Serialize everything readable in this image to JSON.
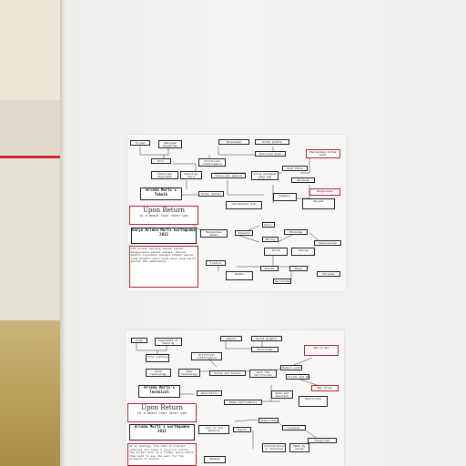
{
  "scene": {
    "description_colors": {
      "accent": "#b3262b",
      "wall": "#f1f0ee",
      "floor": "#b89d55",
      "stripe": "#c8262a"
    }
  },
  "poster_top": {
    "title_main": "Upon Return",
    "title_sub": "to a beach that never was",
    "heading_1": "Arlena Murti's Teknik",
    "heading_2": "Karya Arlena Murti Earthquake 2012",
    "nodes": [
      "Tujuan",
      "Gabungan keyakinan",
      "Perpaduan",
      "Sifat grafis",
      "Multitud Dada",
      "Diri",
      "Artificial intelligence",
      "Manipulasi kotak bumi",
      "Teknologi digunakan",
      "Teknologi baru",
      "Alat Ibiss",
      "Situs sel samara",
      "Situs kelompok yang tak terlihat",
      "Berbeda",
      "Mohon daftar",
      "Kembali",
      "Pengecatan",
      "Sunyah",
      "Perhatikan dua",
      "Gunung tiba",
      "Membuka dalam bentuk",
      "Batu",
      "Kepentingan atau minat",
      "Manipulasi model",
      "Plastik",
      "Dampak",
      "Hilir",
      "Nerang",
      "Pinsunge",
      "Jarak",
      "Sibung",
      "Penelusuran",
      "Tradisi",
      "Rambu",
      "Sosial",
      "Desa",
      "Reruntuhan",
      "Nirwana"
    ],
    "description": "Ide konsep tentang sebuah pantai, menggunakan pantai sebagai bentuk. Desain digunakan sebagai tempat pantai yang mungkin pasir pada masa yang belum pernah ada sebelumnya."
  },
  "poster_bottom": {
    "title_main": "Upon Return",
    "title_sub": "to a beach that never was",
    "heading_1": "Arlena Murti's Technical",
    "heading_2": "Arlena Murti's Earthquake 2012",
    "nodes": [
      "Aims",
      "Aggregate of meaning",
      "Impact",
      "Sifat graphic",
      "Multitude",
      "Food nothing",
      "Artificial intelligence",
      "Good technology",
      "New technology",
      "Sites and towers",
      "Sell the Territorial",
      "New Lines",
      "New Sites",
      "Modern sitting",
      "Fields and Realms",
      "Reactivate",
      "Decoration",
      "Human PerforMents",
      "Wide and mountain",
      "Plastics",
      "Geoprocess",
      "Earth",
      "Coastal",
      "Turn to the Network",
      "Dampak",
      "Consideration or Interest",
      "Made by hands",
      "Tangiloka",
      "Desa",
      "Reliefs",
      "Hilir"
    ],
    "description": "As an analogy, the idea of a beach combines the human & physical entity. The target here as a former space where they want to see the wall for the presence of events."
  }
}
